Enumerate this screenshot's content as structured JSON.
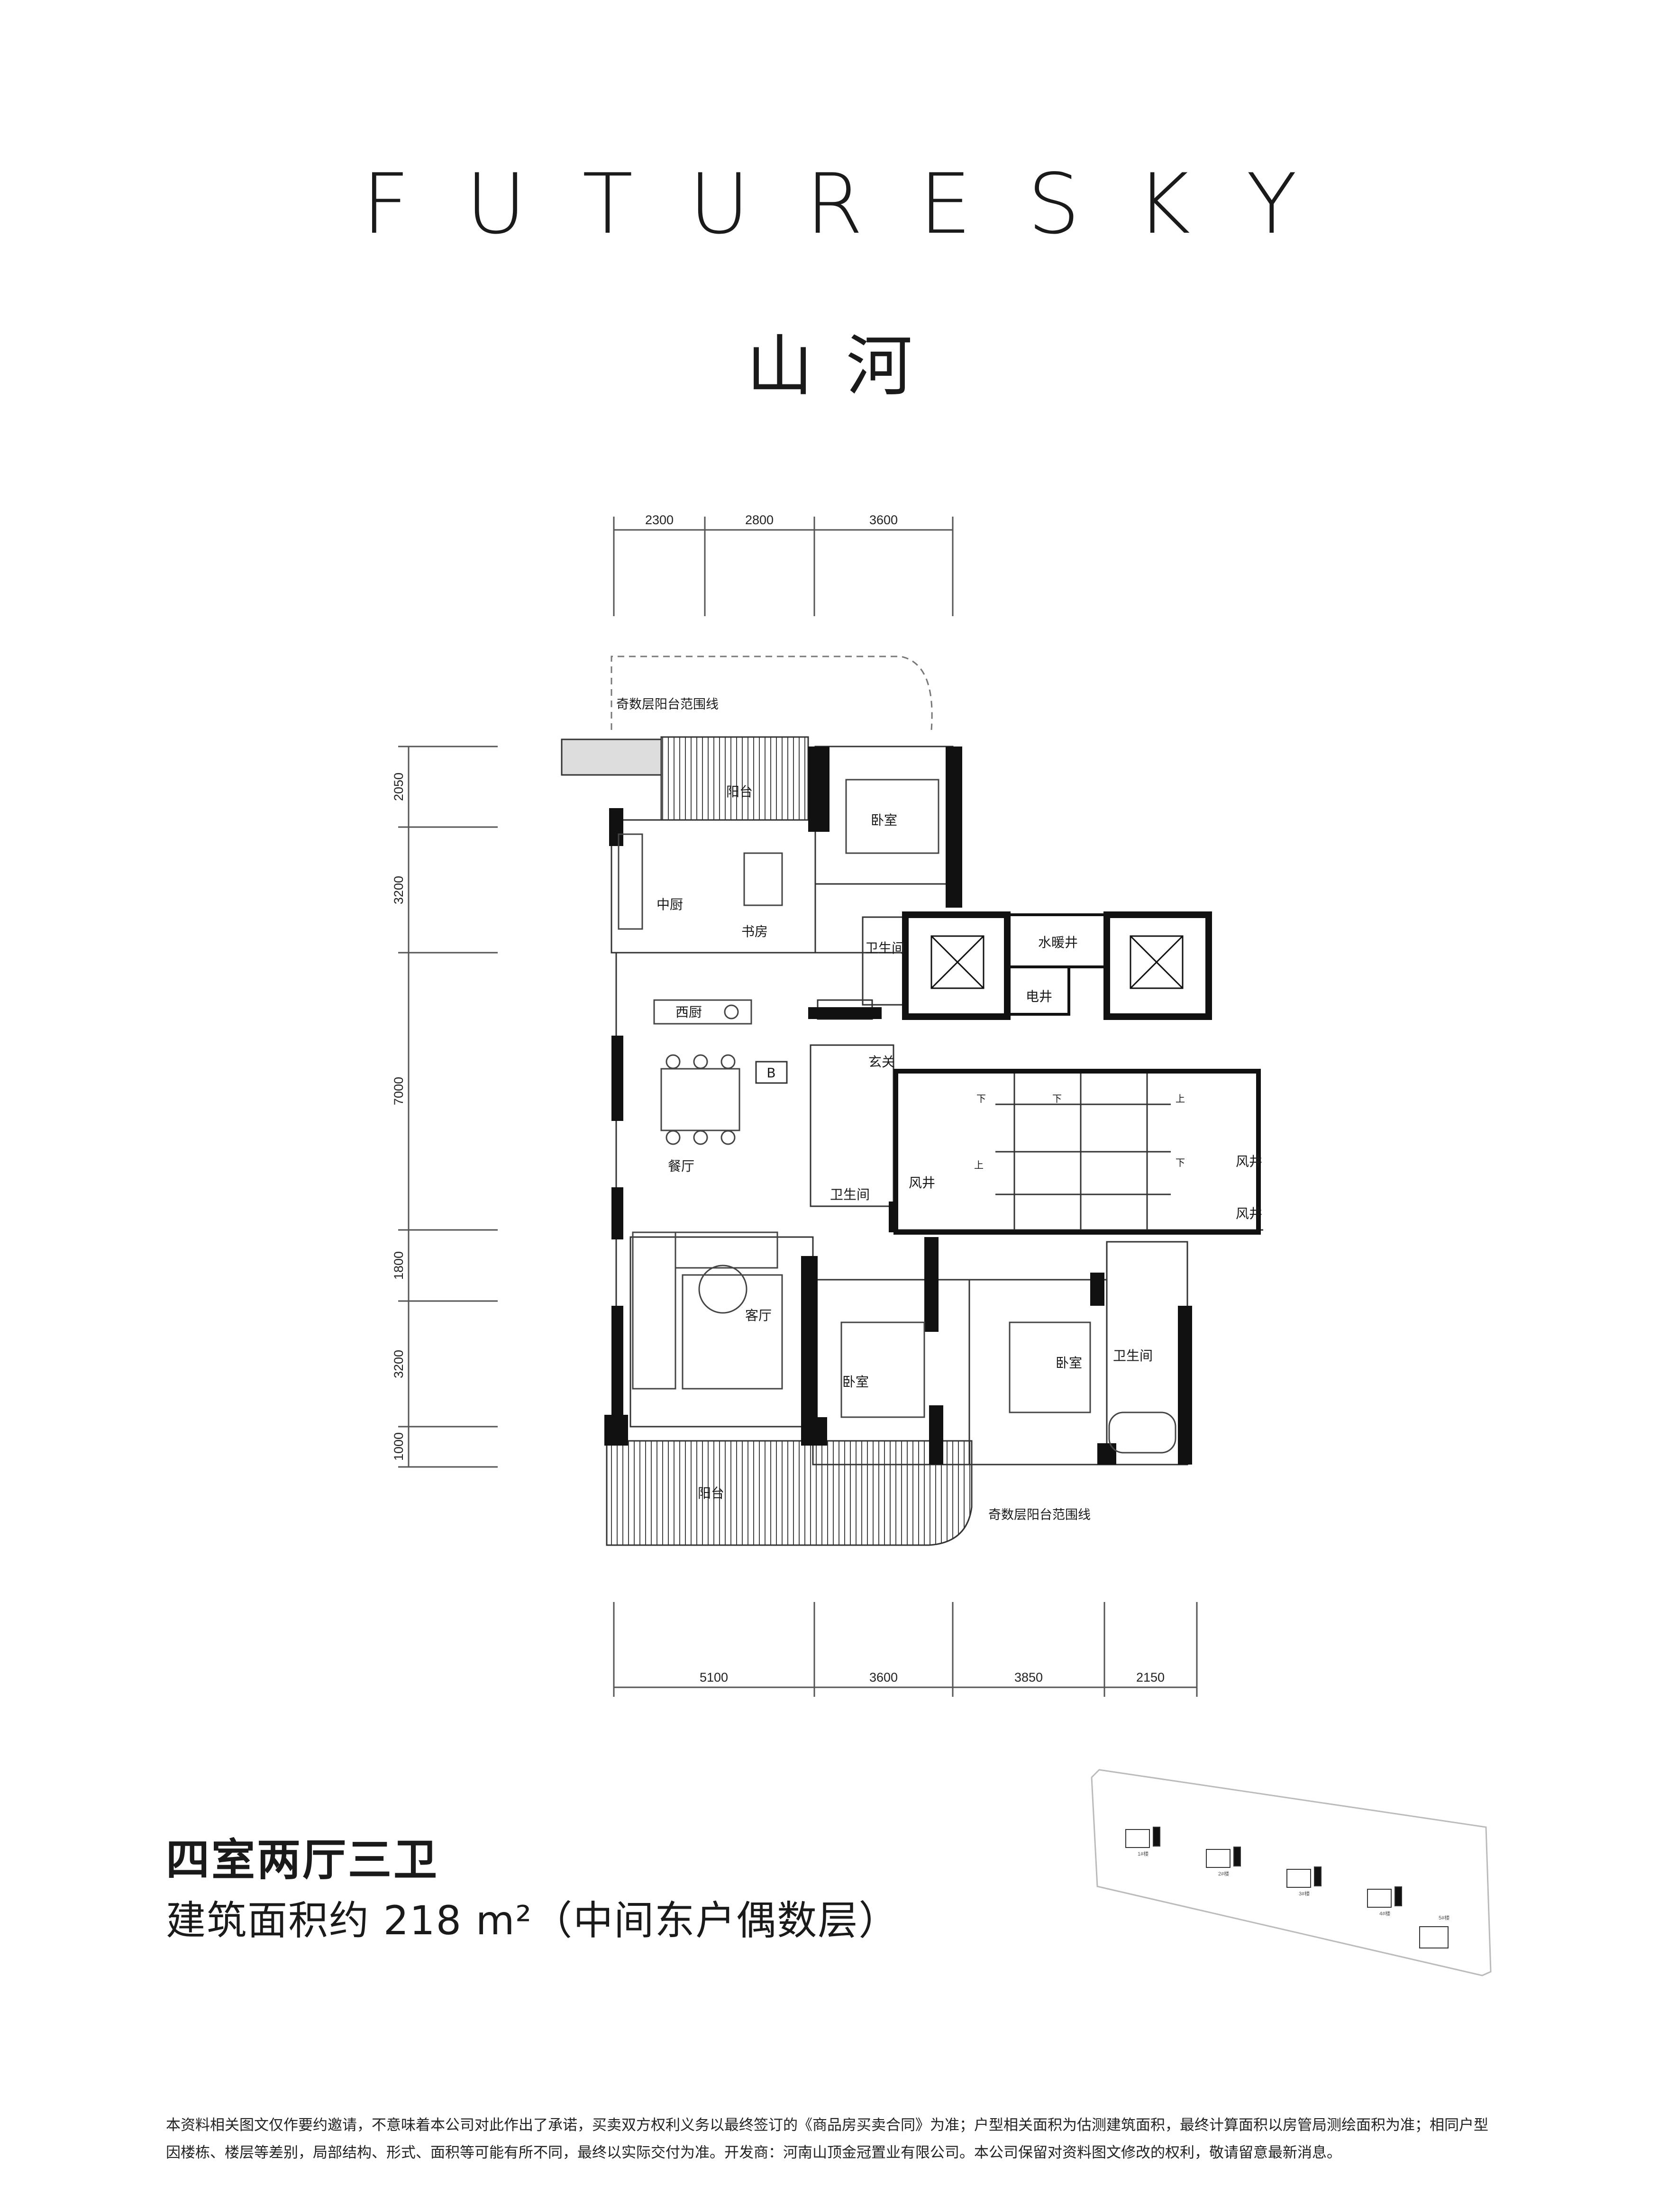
{
  "header": {
    "brand": "FUTURESKY",
    "project_name": "山河"
  },
  "dimensions": {
    "top": [
      "2300",
      "2800",
      "3600"
    ],
    "bottom": [
      "5100",
      "3600",
      "3850",
      "2150"
    ],
    "left": [
      "2050",
      "3200",
      "7000",
      "1800",
      "3200",
      "1000"
    ]
  },
  "plan": {
    "balcony_range_top": "奇数层阳台范围线",
    "balcony_range_bottom": "奇数层阳台范围线",
    "rooms": {
      "balcony_north": "阳台",
      "bedroom_nw": "卧室",
      "chinese_kitchen": "中厨",
      "study": "书房",
      "bath_north": "卫生间",
      "water_shaft": "水暖井",
      "elec_shaft": "电井",
      "western_kitchen": "西厨",
      "foyer": "玄关",
      "b_marker": "B",
      "dining": "餐厅",
      "bath_mid": "卫生间",
      "vent_mid": "风井",
      "vent_e1": "风井",
      "vent_e2": "风井",
      "living": "客厅",
      "bedroom_s": "卧室",
      "master_bedroom": "卧室",
      "bath_master": "卫生间",
      "balcony_south": "阳台",
      "stair_down_1": "下",
      "stair_down_2": "下",
      "stair_down_3": "下",
      "stair_up_1": "上",
      "stair_up_2": "上"
    }
  },
  "unit": {
    "type": "四室两厅三卫",
    "area_text": "建筑面积约 218 m²（中间东户偶数层）"
  },
  "key_plan": {
    "buildings": [
      "1#楼",
      "2#楼",
      "3#楼",
      "4#楼",
      "5#楼"
    ]
  },
  "disclaimer": "本资料相关图文仅作要约邀请，不意味着本公司对此作出了承诺，买卖双方权利义务以最终签订的《商品房买卖合同》为准；户型相关面积为估测建筑面积，最终计算面积以房管局测绘面积为准；相同户型因楼栋、楼层等差别，局部结构、形式、面积等可能有所不同，最终以实际交付为准。开发商：河南山顶金冠置业有限公司。本公司保留对资料图文修改的权利，敬请留意最新消息。"
}
